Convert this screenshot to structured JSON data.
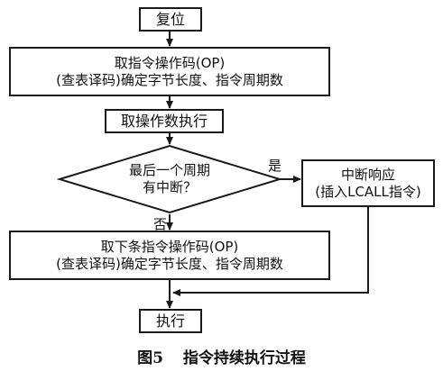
{
  "figure": {
    "number": "图5",
    "title": "指令持续执行过程"
  },
  "nodes": {
    "reset": "复位",
    "fetch_op": {
      "line1": "取指令操作码(OP)",
      "line2": "(查表译码)确定字节长度、指令周期数"
    },
    "fetch_operand": "取操作数执行",
    "decision": {
      "line1": "最后一个周期",
      "line2": "有中断？"
    },
    "interrupt": {
      "line1": "中断响应",
      "line2": "(插入LCALL指令)"
    },
    "fetch_next": {
      "line1": "取下条指令操作码(OP)",
      "line2": "(查表译码)确定字节长度、指令周期数"
    },
    "execute": "执行"
  },
  "edges": {
    "yes": "是",
    "no": "否"
  }
}
